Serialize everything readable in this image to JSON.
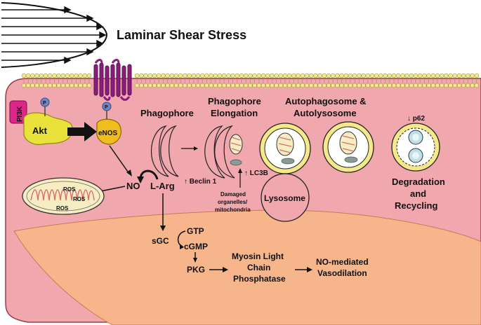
{
  "title": "Laminar Shear Stress",
  "labels": {
    "pi3k": "PI3K",
    "akt": "Akt",
    "p1": "P",
    "p2": "P",
    "enos": "eNOS",
    "no": "NO",
    "larg": "L-Arg",
    "ros1": "ROS",
    "ros2": "ROS",
    "ros3": "ROS",
    "phagophore": "Phagophore",
    "elongation_1": "Phagophore",
    "elongation_2": "Elongation",
    "auto_1": "Autophagosome &",
    "auto_2": "Autolysosome",
    "p62": "↓ p62",
    "beclin": "↑ Beclin 1",
    "lc3b": "↑ LC3B",
    "damaged_1": "Damaged",
    "damaged_2": "organelles/",
    "damaged_3": "mitochondria",
    "lysosome": "Lysosome",
    "degradation_1": "Degradation",
    "degradation_2": "and",
    "degradation_3": "Recycling",
    "sgc": "sGC",
    "gtp": "GTP",
    "cgmp": "cGMP",
    "pkg": "PKG",
    "mlcp_1": "Myosin Light",
    "mlcp_2": "Chain",
    "mlcp_3": "Phosphatase",
    "vaso_1": "NO-mediated",
    "vaso_2": "Vasodilation"
  },
  "colors": {
    "cell": "#f1a7ae",
    "cell_border": "#9b3b45",
    "nucleus": "#f7b58c",
    "lipid_head": "#f5e88a",
    "akt": "#e8e23a",
    "enos": "#f0bd1e",
    "pi3k": "#e0258a",
    "receptor": "#8c1c7a",
    "mito": "#f6eec2",
    "mito_cristae": "#d86e72"
  }
}
